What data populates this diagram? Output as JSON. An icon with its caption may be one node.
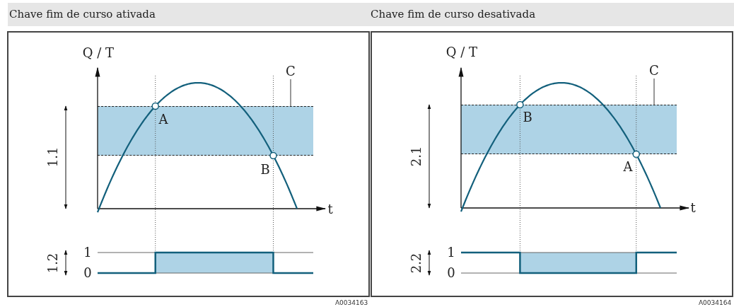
{
  "diagram": {
    "nodes": [
      {
        "text": [
          "Chave fim de curso ativada"
        ]
      },
      {
        "text": [
          "Chave fim de curso desativada"
        ]
      },
      {
        "text": [
          "C"
        ]
      },
      {
        "text": [],
        "shape": "band"
      },
      {
        "text": [
          "C"
        ]
      },
      {
        "text": [],
        "shape": "band"
      }
    ],
    "edges": [
      {
        "from": 2,
        "to": 3,
        "arrow": "none"
      },
      {
        "from": 4,
        "to": 5,
        "arrow": "none"
      }
    ],
    "labels": [
      "Q / T",
      "A",
      "B",
      "t",
      "1.1",
      "1.2",
      "1",
      "0",
      "A0034163",
      "Q / T",
      "B",
      "A",
      "t",
      "2.1",
      "2.2",
      "1",
      "0",
      "A0034164"
    ]
  }
}
